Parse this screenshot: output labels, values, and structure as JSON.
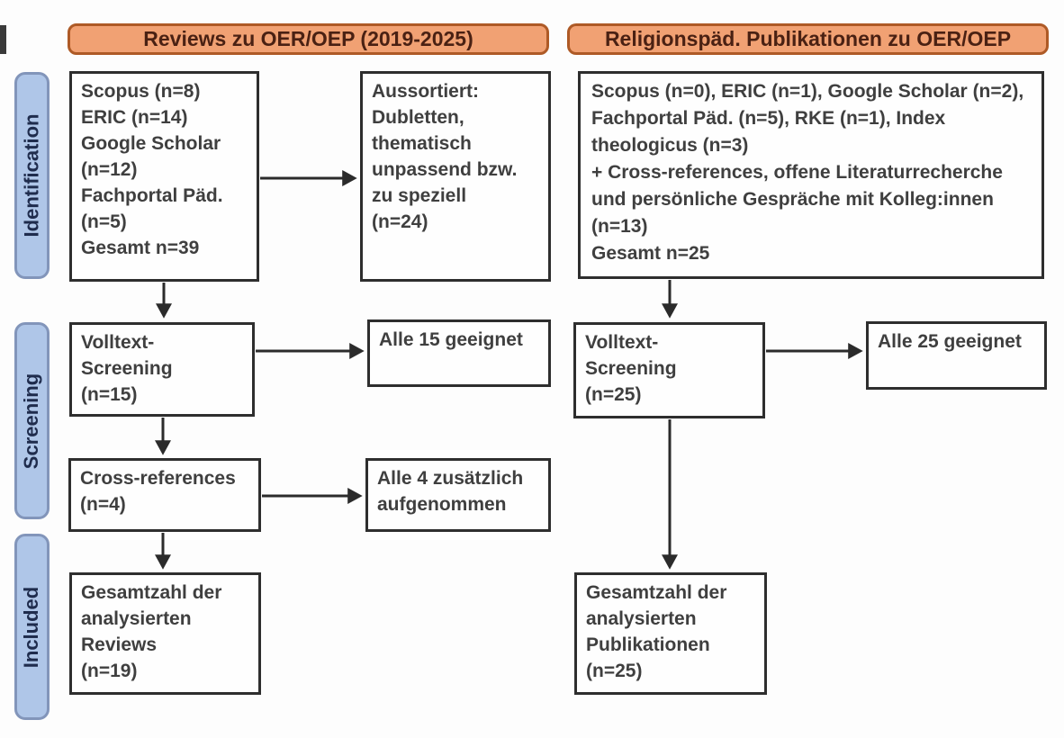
{
  "diagram": {
    "columns": [
      {
        "header": "Reviews zu OER/OEP (2019-2025)"
      },
      {
        "header": "Religionspäd. Publikationen zu OER/OEP"
      }
    ],
    "stages": [
      {
        "label": "Identification"
      },
      {
        "label": "Screening"
      },
      {
        "label": "Included"
      }
    ],
    "boxes": {
      "left_sources": "Scopus (n=8)\nERIC (n=14)\nGoogle Scholar\n(n=12)\nFachportal Päd.\n(n=5)\nGesamt n=39",
      "left_excluded": "Aussortiert:\nDubletten,\nthematisch\nunpassend bzw.\nzu speziell\n(n=24)",
      "left_fulltext": "Volltext-\nScreening\n(n=15)",
      "left_fulltext_result": "Alle 15 geeignet",
      "left_crossref": "Cross-references\n(n=4)",
      "left_crossref_result": "Alle 4 zusätzlich\naufgenommen",
      "left_included": "Gesamtzahl der\nanalysierten\nReviews\n(n=19)",
      "right_sources": "Scopus (n=0), ERIC (n=1), Google Scholar (n=2),\nFachportal Päd. (n=5), RKE (n=1), Index\ntheologicus (n=3)\n+ Cross-references, offene Literaturrecherche\nund persönliche Gespräche mit Kolleg:innen\n(n=13)\nGesamt n=25",
      "right_fulltext": "Volltext-\nScreening\n(n=25)",
      "right_fulltext_result": "Alle 25 geeignet",
      "right_included": "Gesamtzahl der\nanalysierten\nPublikationen\n(n=25)"
    },
    "colors": {
      "header_fill": "#F1A173",
      "header_border": "#AE5A26",
      "header_text": "#4A2113",
      "stage_fill": "#AFC6E8",
      "stage_border": "#8295BA",
      "stage_text": "#1F2C4D",
      "box_border": "#2E2E2E",
      "box_text": "#3F3F3F",
      "arrow": "#2B2B2B"
    }
  }
}
